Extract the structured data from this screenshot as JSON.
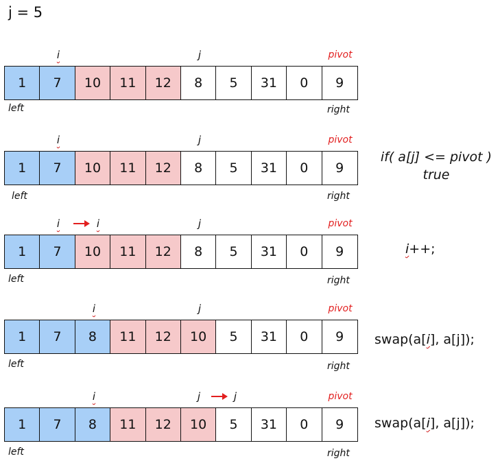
{
  "title": "j = 5",
  "labels": {
    "i": "i",
    "j": "j",
    "pivot": "pivot",
    "left": "left",
    "right": "right"
  },
  "colors": {
    "blue": "#a8cff7",
    "pink": "#f6c9ca",
    "red": "#e21f1f"
  },
  "steps": [
    {
      "values": [
        "1",
        "7",
        "10",
        "11",
        "12",
        "8",
        "5",
        "31",
        "0",
        "9"
      ],
      "colors": [
        "blue",
        "blue",
        "pink",
        "pink",
        "pink",
        "white",
        "white",
        "white",
        "white",
        "white"
      ],
      "note_lines": []
    },
    {
      "values": [
        "1",
        "7",
        "10",
        "11",
        "12",
        "8",
        "5",
        "31",
        "0",
        "9"
      ],
      "colors": [
        "blue",
        "blue",
        "pink",
        "pink",
        "pink",
        "white",
        "white",
        "white",
        "white",
        "white"
      ],
      "note_lines": [
        "if( a[j] <= pivot )",
        "true"
      ]
    },
    {
      "values": [
        "1",
        "7",
        "10",
        "11",
        "12",
        "8",
        "5",
        "31",
        "0",
        "9"
      ],
      "colors": [
        "blue",
        "blue",
        "pink",
        "pink",
        "pink",
        "white",
        "white",
        "white",
        "white",
        "white"
      ],
      "note_lines": [
        "i++;"
      ]
    },
    {
      "values": [
        "1",
        "7",
        "8",
        "11",
        "12",
        "10",
        "5",
        "31",
        "0",
        "9"
      ],
      "colors": [
        "blue",
        "blue",
        "blue",
        "pink",
        "pink",
        "pink",
        "white",
        "white",
        "white",
        "white"
      ],
      "note_lines": [
        "swap(a[i], a[j]);"
      ]
    },
    {
      "values": [
        "1",
        "7",
        "8",
        "11",
        "12",
        "10",
        "5",
        "31",
        "0",
        "9"
      ],
      "colors": [
        "blue",
        "blue",
        "blue",
        "pink",
        "pink",
        "pink",
        "white",
        "white",
        "white",
        "white"
      ],
      "note_lines": [
        "swap(a[i], a[j]);"
      ]
    }
  ]
}
